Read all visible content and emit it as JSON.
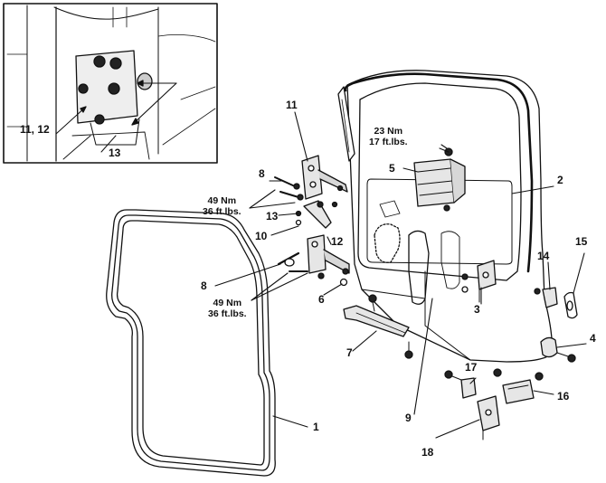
{
  "inset": {
    "label_main": "11, 12",
    "label_13": "13"
  },
  "callouts": {
    "n1": "1",
    "n2": "2",
    "n3": "3",
    "n4": "4",
    "n5": "5",
    "n6": "6",
    "n7": "7",
    "n8_top": "8",
    "n8_bottom": "8",
    "n9": "9",
    "n10": "10",
    "n11": "11",
    "n12": "12",
    "n13": "13",
    "n14": "14",
    "n15": "15",
    "n16": "16",
    "n17": "17",
    "n18": "18"
  },
  "torque_specs": {
    "upper_hinge_nm": "49 Nm",
    "upper_hinge_ftlbs": "36 ft.lbs.",
    "lower_hinge_nm": "49 Nm",
    "lower_hinge_ftlbs": "36 ft.lbs.",
    "door_hinge_nm": "23 Nm",
    "door_hinge_ftlbs": "17 ft.lbs."
  }
}
